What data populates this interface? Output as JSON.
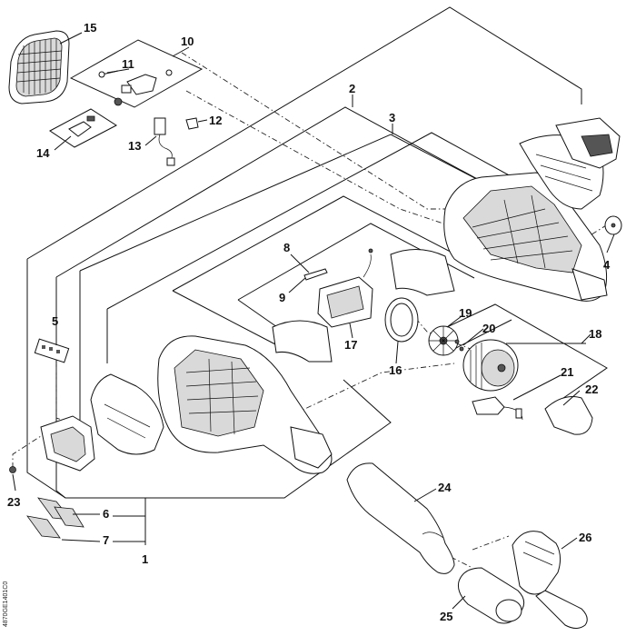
{
  "callouts": {
    "c1": "1",
    "c2": "2",
    "c3": "3",
    "c4": "4",
    "c5": "5",
    "c6": "6",
    "c7": "7",
    "c8": "8",
    "c9": "9",
    "c10": "10",
    "c11": "11",
    "c12": "12",
    "c13": "13",
    "c14": "14",
    "c15": "15",
    "c16": "16",
    "c17": "17",
    "c18": "18",
    "c19": "19",
    "c20": "20",
    "c21": "21",
    "c22": "22",
    "c23": "23",
    "c24": "24",
    "c25": "25",
    "c26": "26"
  },
  "drawing_code": "4870GE1401C0"
}
